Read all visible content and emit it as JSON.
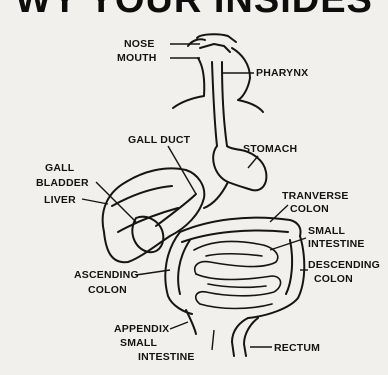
{
  "title": "WY YOUR INSIDES",
  "labels": {
    "nose": "NOSE",
    "mouth": "MOUTH",
    "pharynx": "PHARYNX",
    "gall_duct": "GALL DUCT",
    "stomach": "STOMACH",
    "gall_bladder_1": "GALL",
    "gall_bladder_2": "BLADDER",
    "liver": "LIVER",
    "transverse_colon_1": "TRANVERSE",
    "transverse_colon_2": "COLON",
    "small_intestine_1": "SMALL",
    "small_intestine_2": "INTESTINE",
    "ascending_colon_1": "ASCENDING",
    "ascending_colon_2": "COLON",
    "descending_colon_1": "DESCENDING",
    "descending_colon_2": "COLON",
    "appendix": "APPENDIX",
    "small_intestine_low_1": "SMALL",
    "small_intestine_low_2": "INTESTINE",
    "rectum": "RECTUM"
  }
}
